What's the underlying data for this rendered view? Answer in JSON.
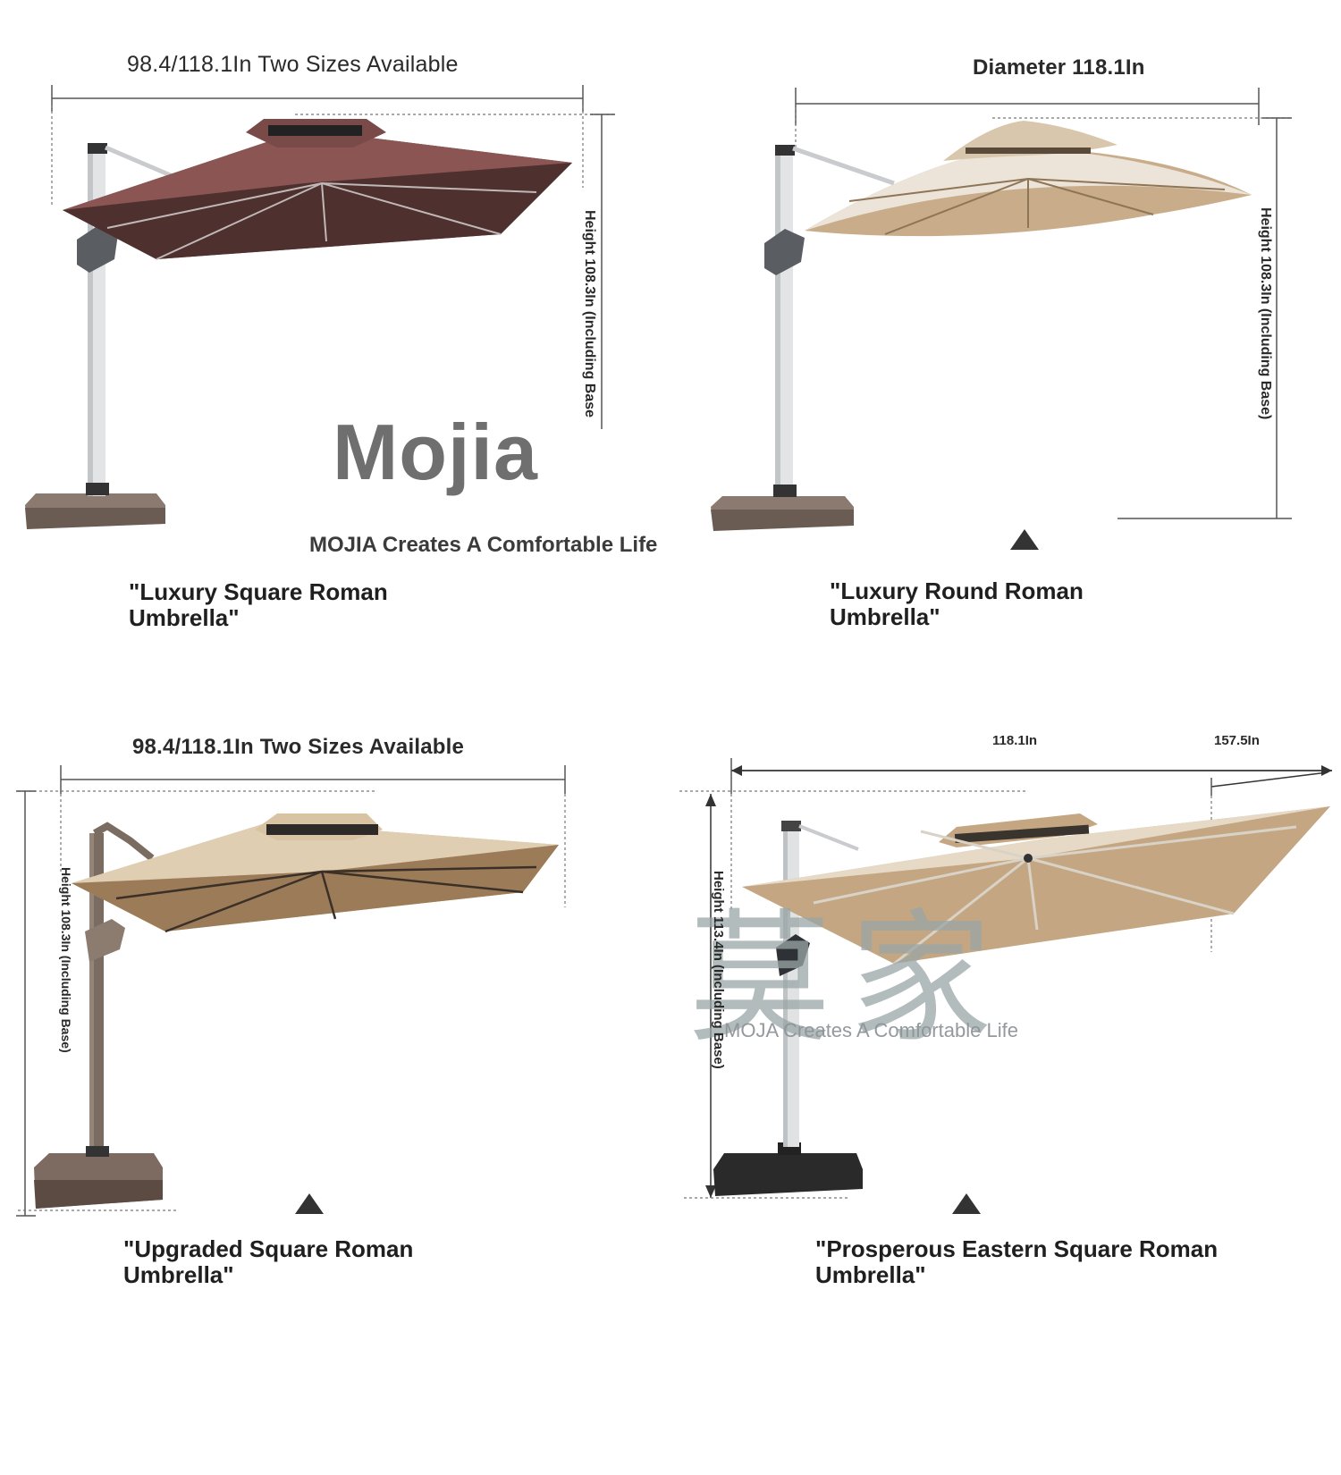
{
  "brand": {
    "logo_text": "Mojia",
    "slogan": "MOJIA Creates A Comfortable Life",
    "watermark_slogan": "MOJA Creates A Comfortable Life",
    "watermark_cjk": "莫家"
  },
  "products": [
    {
      "width_label": "98.4/118.1In Two Sizes Available",
      "height_label": "Height 108.3In (Including Base",
      "name_line1": "\"Luxury Square Roman",
      "name_line2": "Umbrella\"",
      "canopy_color": "#7a4a48",
      "has_marker": false
    },
    {
      "width_label": "Diameter 118.1In",
      "height_label": "Height 108.3In (Including Base)",
      "name_line1": "\"Luxury Round Roman",
      "name_line2": "Umbrella\"",
      "canopy_color": "#c9ad8a",
      "has_marker": true
    },
    {
      "width_label": "98.4/118.1In Two Sizes Available",
      "height_label": "Height 108.3In (Including Base)",
      "name_line1": "\"Upgraded Square Roman",
      "name_line2": "Umbrella\"",
      "canopy_color": "#c8ab86",
      "has_marker": true
    },
    {
      "width_label_1": "118.1In",
      "width_label_2": "157.5In",
      "height_label": "Height 113.4In (Including Base)",
      "name_line1": "\"Prosperous Eastern Square Roman",
      "name_line2": "Umbrella\"",
      "canopy_color": "#c4a782",
      "has_marker": true
    }
  ]
}
